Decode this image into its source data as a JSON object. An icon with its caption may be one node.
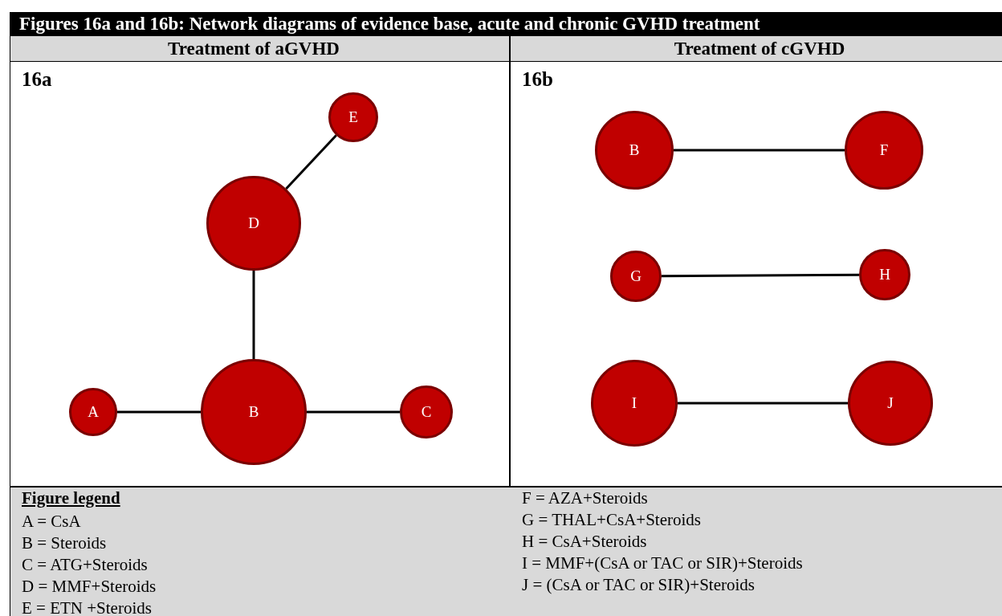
{
  "diagram": {
    "title": "Figures 16a and 16b: Network diagrams of evidence base, acute and chronic GVHD treatment",
    "nodes": [
      {
        "text": [
          "E"
        ]
      },
      {
        "text": [
          "D"
        ]
      },
      {
        "text": [
          "A"
        ]
      },
      {
        "text": [
          "B"
        ]
      },
      {
        "text": [
          "C"
        ]
      },
      {
        "text": [
          "B"
        ]
      },
      {
        "text": [
          "F"
        ]
      },
      {
        "text": [
          "G"
        ]
      },
      {
        "text": [
          "H"
        ]
      },
      {
        "text": [
          "I"
        ]
      },
      {
        "text": [
          "J"
        ]
      }
    ],
    "edges": [
      {
        "from": 1,
        "to": 0,
        "arrow": "none"
      },
      {
        "from": 1,
        "to": 3,
        "arrow": "none"
      },
      {
        "from": 2,
        "to": 3,
        "arrow": "none"
      },
      {
        "from": 3,
        "to": 4,
        "arrow": "none"
      },
      {
        "from": 5,
        "to": 6,
        "arrow": "none"
      },
      {
        "from": 7,
        "to": 8,
        "arrow": "none"
      },
      {
        "from": 9,
        "to": 10,
        "arrow": "none"
      }
    ],
    "labels": [
      "Treatment of aGVHD",
      "Treatment of cGVHD",
      "16a",
      "16b",
      "Figure legend",
      "A = CsA",
      "B = Steroids",
      "C = ATG+Steroids",
      "D = MMF+Steroids",
      "E = ETN +Steroids",
      "F = AZA+Steroids",
      "G = THAL+CsA+Steroids",
      "H = CsA+Steroids",
      "I = MMF+(CsA or TAC or SIR)+Steroids",
      "J = (CsA or TAC or SIR)+Steroids"
    ]
  }
}
